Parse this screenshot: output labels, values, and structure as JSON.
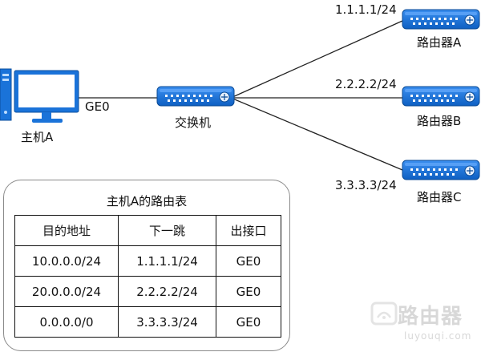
{
  "host": {
    "name": "主机A",
    "port_label": "GE0"
  },
  "switch": {
    "name": "交换机"
  },
  "routers": [
    {
      "name": "路由器A",
      "ip": "1.1.1.1/24"
    },
    {
      "name": "路由器B",
      "ip": "2.2.2.2/24"
    },
    {
      "name": "路由器C",
      "ip": "3.3.3.3/24"
    }
  ],
  "routing_table": {
    "title": "主机A的路由表",
    "headers": [
      "目的地址",
      "下一跳",
      "出接口"
    ],
    "rows": [
      [
        "10.0.0.0/24",
        "1.1.1.1/24",
        "GE0"
      ],
      [
        "20.0.0.0/24",
        "2.2.2.2/24",
        "GE0"
      ],
      [
        "0.0.0.0/0",
        "3.3.3.3/24",
        "GE0"
      ]
    ]
  },
  "watermark": {
    "text": "路由器",
    "sub": "luyouqi.com"
  },
  "colors": {
    "device_blue": "#1a73d9",
    "device_dark": "#0b4f9e",
    "line": "#222222"
  }
}
